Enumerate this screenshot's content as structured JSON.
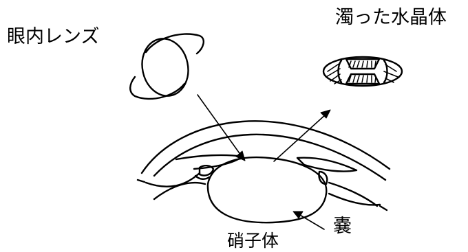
{
  "labels": {
    "iol": "眼内レンズ",
    "cataract": "濁った水晶体",
    "capsule": "嚢",
    "vitreous": "硝子体"
  },
  "colors": {
    "line": "#000000",
    "background": "#ffffff"
  }
}
